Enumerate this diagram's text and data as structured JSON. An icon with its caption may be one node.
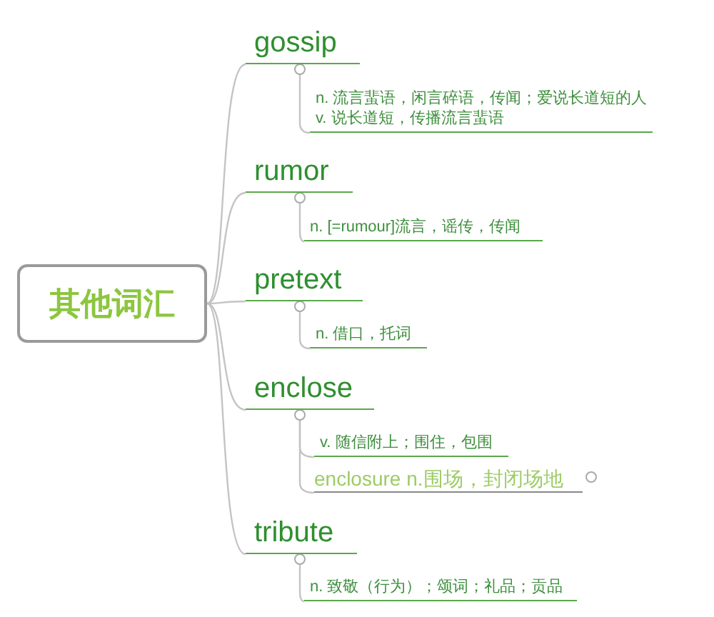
{
  "diagram": {
    "nodes": [
      {
        "text": [
          "其他词汇"
        ]
      },
      {
        "text": [
          "gossip"
        ]
      },
      {
        "text": [
          "n. 流言蜚语，闲言碎语，传闻；爱说长道短的人",
          "v. 说长道短，传播流言蜚语"
        ]
      },
      {
        "text": [
          "rumor"
        ]
      },
      {
        "text": [
          "n. [=rumour]流言，谣传，传闻"
        ]
      },
      {
        "text": [
          "pretext"
        ]
      },
      {
        "text": [
          "n. 借口，托词"
        ]
      },
      {
        "text": [
          "enclose"
        ]
      },
      {
        "text": [
          "v. 随信附上；围住，包围"
        ]
      },
      {
        "text": [
          "enclosure n.围场，封闭场地"
        ]
      },
      {
        "text": [
          "tribute"
        ]
      },
      {
        "text": [
          "n. 致敬（行为）；颂词；礼品；贡品"
        ]
      }
    ],
    "edges": [
      {
        "from": 0,
        "to": 1,
        "arrow": "none"
      },
      {
        "from": 0,
        "to": 3,
        "arrow": "none"
      },
      {
        "from": 0,
        "to": 5,
        "arrow": "none"
      },
      {
        "from": 0,
        "to": 7,
        "arrow": "none"
      },
      {
        "from": 0,
        "to": 10,
        "arrow": "none"
      },
      {
        "from": 1,
        "to": 2,
        "arrow": "none"
      },
      {
        "from": 3,
        "to": 4,
        "arrow": "none"
      },
      {
        "from": 5,
        "to": 6,
        "arrow": "none"
      },
      {
        "from": 7,
        "to": 8,
        "arrow": "none"
      },
      {
        "from": 7,
        "to": 9,
        "arrow": "none"
      },
      {
        "from": 10,
        "to": 11,
        "arrow": "none"
      }
    ]
  }
}
